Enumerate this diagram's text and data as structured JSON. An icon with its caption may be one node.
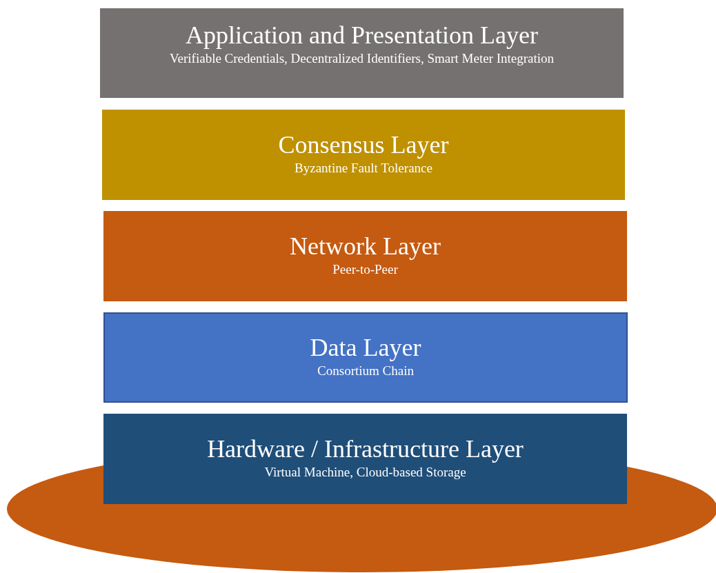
{
  "diagram": {
    "nodes": [
      {
        "text": [
          "Application and Presentation Layer",
          "Verifiable Credentials, Decentralized Identifiers, Smart Meter Integration"
        ]
      },
      {
        "text": [
          "Consensus Layer",
          "Byzantine Fault Tolerance"
        ]
      },
      {
        "text": [
          "Network Layer",
          "Peer-to-Peer"
        ]
      },
      {
        "text": [
          "Data Layer",
          "Consortium Chain"
        ]
      },
      {
        "text": [
          "Hardware / Infrastructure Layer",
          "Virtual Machine, Cloud-based Storage"
        ]
      }
    ]
  }
}
